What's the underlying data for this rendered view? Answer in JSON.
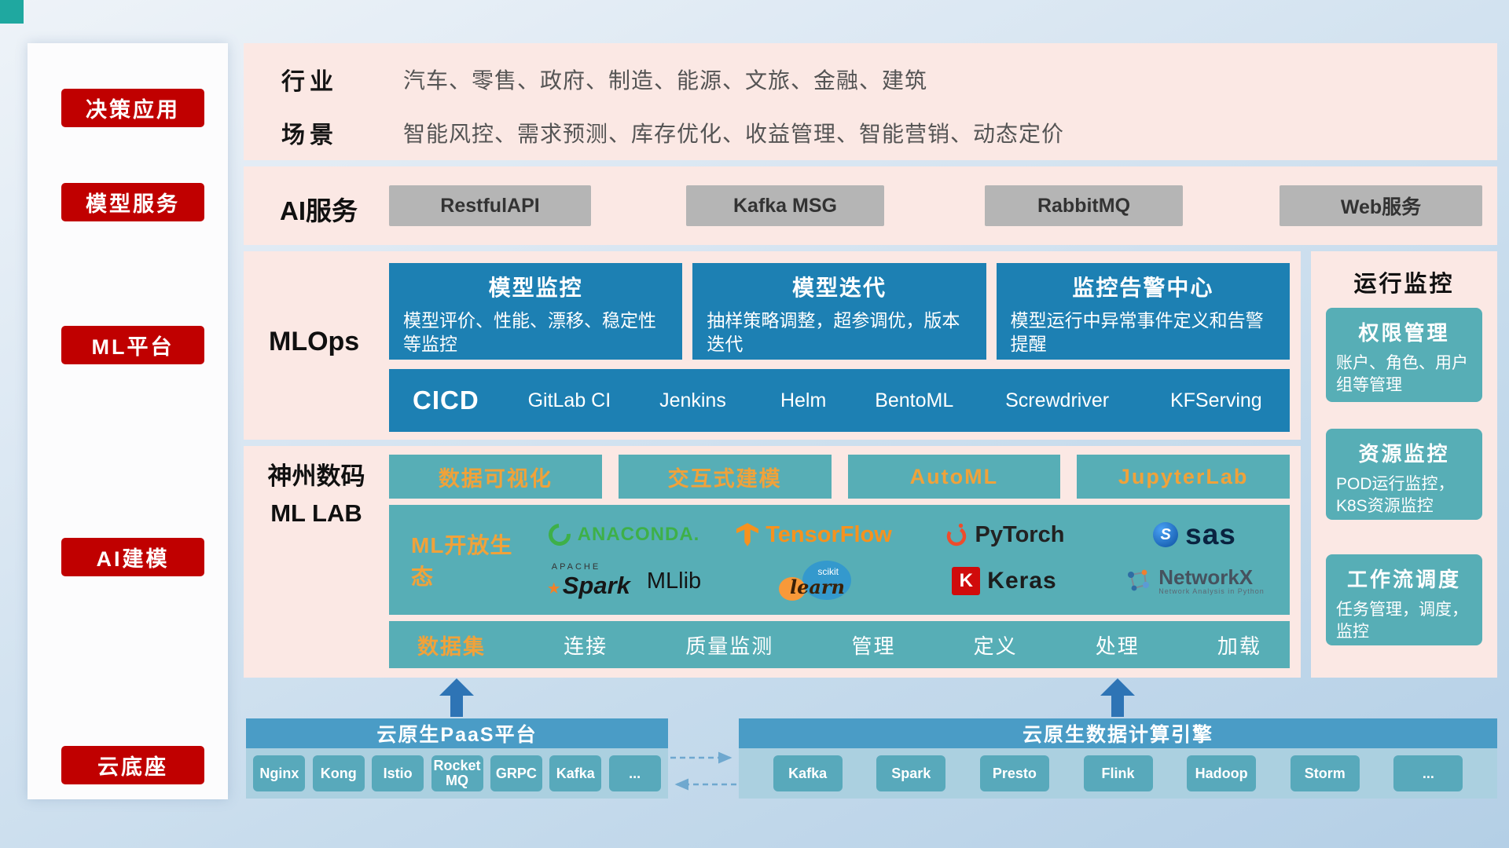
{
  "sidebar": {
    "items": [
      {
        "id": "decision-app",
        "label": "决策应用"
      },
      {
        "id": "model-service",
        "label": "模型服务"
      },
      {
        "id": "ml-platform",
        "label": "ML平台"
      },
      {
        "id": "ai-modeling",
        "label": "AI建模"
      },
      {
        "id": "cloud-base",
        "label": "云底座"
      }
    ]
  },
  "scenario": {
    "industry_label": "行业",
    "industry_text": "汽车、零售、政府、制造、能源、文旅、金融、建筑",
    "scene_label": "场景",
    "scene_text": "智能风控、需求预测、库存优化、收益管理、智能营销、动态定价"
  },
  "ai_service": {
    "label": "AI服务",
    "buttons": [
      {
        "label": "RestfulAPI"
      },
      {
        "label": "Kafka MSG"
      },
      {
        "label": "RabbitMQ"
      },
      {
        "label": "Web服务"
      }
    ]
  },
  "mlops": {
    "label": "MLOps",
    "cards": [
      {
        "title": "模型监控",
        "desc": "模型评价、性能、漂移、稳定性等监控"
      },
      {
        "title": "模型迭代",
        "desc": "抽样策略调整，超参调优，版本迭代"
      },
      {
        "title": "监控告警中心",
        "desc": "模型运行中异常事件定义和告警提醒"
      }
    ],
    "cicd_label": "CICD",
    "cicd_items": [
      {
        "label": "GitLab CI"
      },
      {
        "label": "Jenkins"
      },
      {
        "label": "Helm"
      },
      {
        "label": "BentoML"
      },
      {
        "label": "Screwdriver"
      },
      {
        "label": "KFServing"
      }
    ]
  },
  "monitor_panel": {
    "title": "运行监控",
    "cards": [
      {
        "title": "权限管理",
        "desc": "账户、角色、用户组等管理"
      },
      {
        "title": "资源监控",
        "desc": "POD运行监控，K8S资源监控"
      },
      {
        "title": "工作流调度",
        "desc": "任务管理，调度，监控"
      }
    ]
  },
  "mllab": {
    "label_line1": "神州数码",
    "label_line2": "ML LAB",
    "tools": [
      {
        "label": "数据可视化"
      },
      {
        "label": "交互式建模"
      },
      {
        "label": "AutoML"
      },
      {
        "label": "JupyterLab"
      }
    ],
    "ecosystem_label": "ML开放生态",
    "logos": {
      "anaconda": "ANACONDA.",
      "tensorflow": "TensorFlow",
      "pytorch": "PyTorch",
      "sas": "sas",
      "spark_top": "APACHE",
      "spark": "Spark",
      "mllib": "MLlib",
      "scikit_top": "scikit",
      "scikit": "learn",
      "keras_icon": "K",
      "keras": "Keras",
      "networkx": "NetworkX",
      "networkx_sub": "Network Analysis in Python"
    },
    "dataset_label": "数据集",
    "dataset_items": [
      {
        "label": "连接"
      },
      {
        "label": "质量监测"
      },
      {
        "label": "管理"
      },
      {
        "label": "定义"
      },
      {
        "label": "处理"
      },
      {
        "label": "加载"
      }
    ]
  },
  "cloud": {
    "paas": {
      "title": "云原生PaaS平台",
      "items": [
        {
          "label": "Nginx"
        },
        {
          "label": "Kong"
        },
        {
          "label": "Istio"
        },
        {
          "label": "RocketMQ"
        },
        {
          "label": "GRPC"
        },
        {
          "label": "Kafka"
        },
        {
          "label": "..."
        }
      ]
    },
    "engine": {
      "title": "云原生数据计算引擎",
      "items": [
        {
          "label": "Kafka"
        },
        {
          "label": "Spark"
        },
        {
          "label": "Presto"
        },
        {
          "label": "Flink"
        },
        {
          "label": "Hadoop"
        },
        {
          "label": "Storm"
        },
        {
          "label": "..."
        }
      ]
    }
  },
  "colors": {
    "sidebar_red": "#c00000",
    "panel_pink": "#fbe8e4",
    "card_blue": "#1d80b3",
    "teal": "#57aeb6",
    "accent_orange": "#f0a23a",
    "gray_button": "#b5b5b5",
    "cloud_header_blue": "#4a9cc6",
    "arrow_blue": "#2e74b5"
  }
}
